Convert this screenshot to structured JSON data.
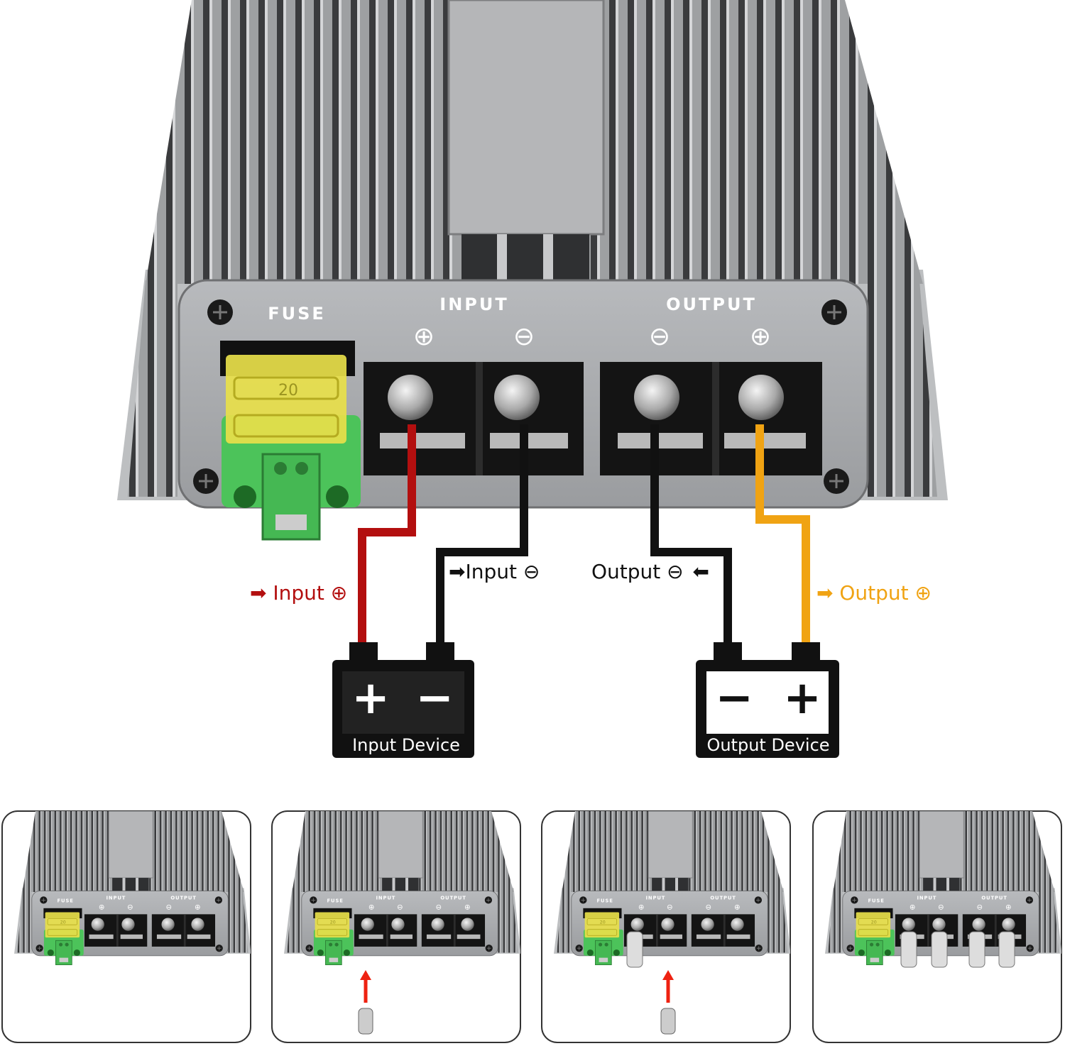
{
  "device": {
    "fuse_label": "FUSE",
    "input_label": "INPUT",
    "output_label": "OUTPUT",
    "fuse_rating": "20",
    "plus_symbol": "⊕",
    "minus_symbol": "⊖"
  },
  "wiring": {
    "input_plus": "Input ⊕",
    "input_minus": "Input ⊖",
    "output_minus": "Output ⊖",
    "output_plus": "Output ⊕",
    "arrow": "➡"
  },
  "devices": {
    "input_device": "Input Device",
    "output_device": "Output Device",
    "plus": "+",
    "minus": "−"
  },
  "colors": {
    "input_positive_wire": "#b30f0f",
    "negative_wire": "#111111",
    "output_positive_wire": "#f0a313",
    "fuse_yellow": "#e8e04a",
    "fuse_holder_green": "#4cc35a"
  },
  "thumbnails": [
    {
      "variant": "default"
    },
    {
      "variant": "input-screw-removed"
    },
    {
      "variant": "input-ring-terminal"
    },
    {
      "variant": "all-ring-terminals"
    }
  ]
}
